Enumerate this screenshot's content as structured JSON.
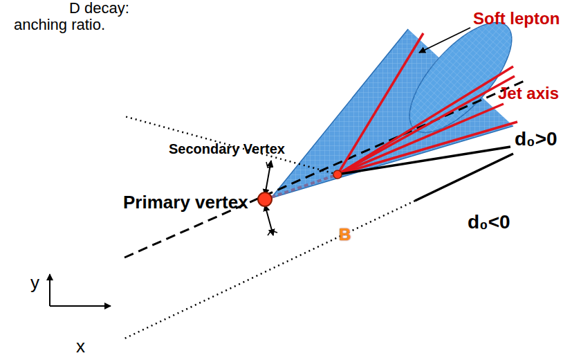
{
  "diagram": {
    "labels": [
      "D decay:",
      "anching ratio.",
      "Soft lepton",
      "Jet axis",
      "d₀>0",
      "d₀<0",
      "Secondary Vertex",
      "Primary vertex",
      "B",
      "y",
      "x"
    ]
  }
}
